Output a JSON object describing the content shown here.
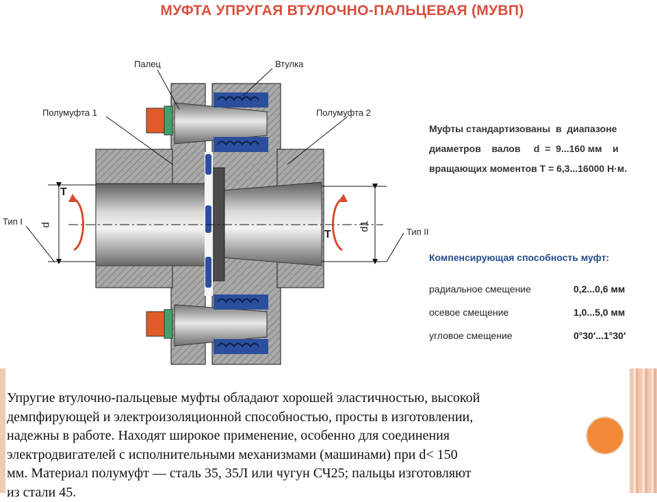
{
  "title": "МУФТА УПРУГАЯ ВТУЛОЧНО-ПАЛЬЦЕВАЯ (МУВП)",
  "diagram": {
    "labels": {
      "finger": "Палец",
      "bushing": "Втулка",
      "half1": "Полумуфта 1",
      "half2": "Полумуфта 2",
      "type1": "Тип I",
      "type2": "Тип II",
      "torque_left": "T",
      "torque_right": "T",
      "dim_d": "d",
      "dim_d1": "d1"
    }
  },
  "info": {
    "lines": [
      "Муфты стандартизованы  в  диапазоне",
      "диаметров    валов     d  =  9...160 мм    и",
      "вращающих моментов T = 6,3...16000 Н·м."
    ]
  },
  "compensation": {
    "title": "Компенсирующая способность муфт:",
    "rows": [
      {
        "name": "радиальное смещение",
        "value": "0,2...0,6 мм"
      },
      {
        "name": "осевое смещение",
        "value": "1,0...5,0 мм"
      },
      {
        "name": "угловое смещение",
        "value": "0°30′...1°30′"
      }
    ]
  },
  "description": "Упругие втулочно-пальцевые муфты обладают хорошей эластичностью, высокой\nдемпфирующей и электроизоляционной способностью, просты в изготовлении,\nнадежны в работе. Находят широкое применение, особенно для соединения\nэлектродвигателей с исполнительными механизмами (машинами) при d< 150\nмм. Материал полумуфт — сталь 35, 35Л или чугун СЧ25; пальцы изготовляют\nиз стали 45.",
  "colors": {
    "title": "#d94f3d",
    "hatch": "#8a8a8a",
    "rubber": "#2b4f9e",
    "nut": "#e05a2a",
    "accent_orange": "#f08a36",
    "stripe": "#f2c9b3"
  }
}
